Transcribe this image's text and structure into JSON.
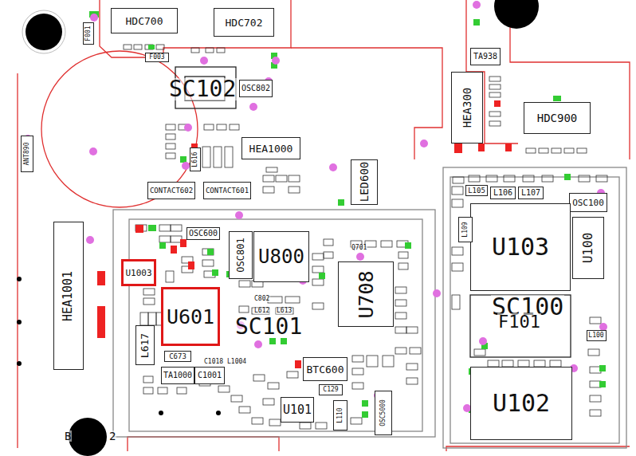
{
  "diagram": {
    "nodes": [
      {
        "text": [
          "HDC700"
        ]
      },
      {
        "text": [
          "HDC702"
        ]
      },
      {
        "text": [
          "F001"
        ]
      },
      {
        "text": [
          "F003"
        ]
      },
      {
        "text": [
          "OSC802"
        ]
      },
      {
        "text": [
          "TA938"
        ]
      },
      {
        "text": [
          "HEA300"
        ]
      },
      {
        "text": [
          "HDC900"
        ]
      },
      {
        "text": [
          "ANT890"
        ]
      },
      {
        "text": [
          "HEA1000"
        ]
      },
      {
        "text": [
          "L616"
        ]
      },
      {
        "text": [
          "LED600"
        ]
      },
      {
        "text": [
          "CONTACT602"
        ]
      },
      {
        "text": [
          "CONTACT601"
        ]
      },
      {
        "text": [
          "L105"
        ]
      },
      {
        "text": [
          "L106"
        ]
      },
      {
        "text": [
          "L107"
        ]
      },
      {
        "text": [
          "OSC100"
        ]
      },
      {
        "text": [
          "HEA1001"
        ]
      },
      {
        "text": [
          "OSC600"
        ]
      },
      {
        "text": [
          "OSC801"
        ]
      },
      {
        "text": [
          "U800"
        ]
      },
      {
        "text": [
          "U1003"
        ]
      },
      {
        "text": [
          "U103"
        ]
      },
      {
        "text": [
          "L109"
        ]
      },
      {
        "text": [
          "U100"
        ]
      },
      {
        "text": [
          "U601"
        ]
      },
      {
        "text": [
          "U708"
        ]
      },
      {
        "text": [
          "L617"
        ]
      },
      {
        "text": [
          "L100"
        ]
      },
      {
        "text": [
          "C673"
        ]
      },
      {
        "text": [
          "BTC600"
        ]
      },
      {
        "text": [
          "TA1000"
        ]
      },
      {
        "text": [
          "C1001"
        ]
      },
      {
        "text": [
          "U102"
        ]
      },
      {
        "text": [
          "C129"
        ]
      },
      {
        "text": [
          "U101"
        ]
      },
      {
        "text": [
          "L110"
        ]
      },
      {
        "text": [
          "OSC5000"
        ]
      }
    ],
    "labels": [
      "SC102",
      "SC101",
      "SC100",
      "F101",
      "B",
      "2",
      "Q701",
      "C802",
      "L612",
      "L613",
      "L1004",
      "C1018"
    ]
  }
}
